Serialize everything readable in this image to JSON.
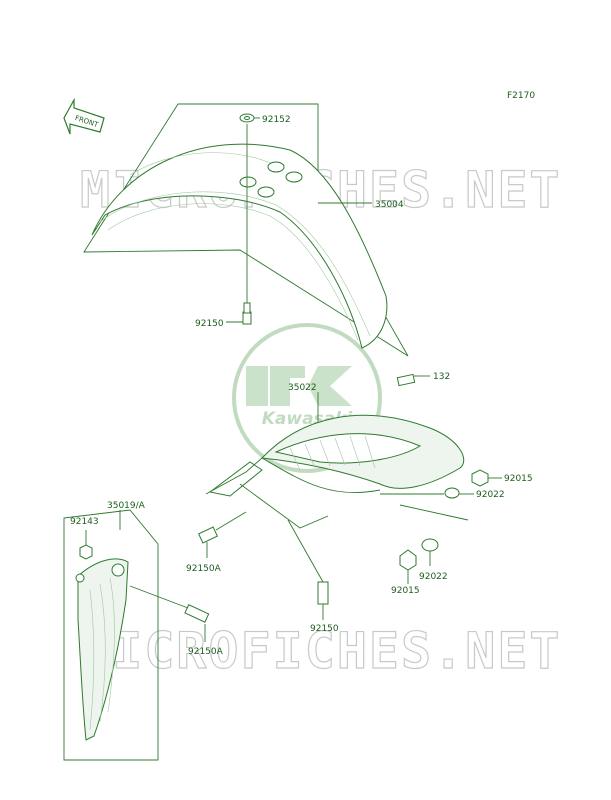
{
  "figure_code": "F2170",
  "front_label": "FRONT",
  "watermark": "MICROFICHES.NET",
  "logo_text": "Kawasaki",
  "colors": {
    "line": "#2f7a2f",
    "text": "#1d5e1d",
    "watermark": "#c9c9c9"
  },
  "callouts": [
    "92152",
    "35004",
    "92150",
    "132",
    "35022",
    "92015",
    "92022",
    "35019/A",
    "92143",
    "92150A",
    "92022",
    "92015",
    "92150",
    "92150A"
  ]
}
